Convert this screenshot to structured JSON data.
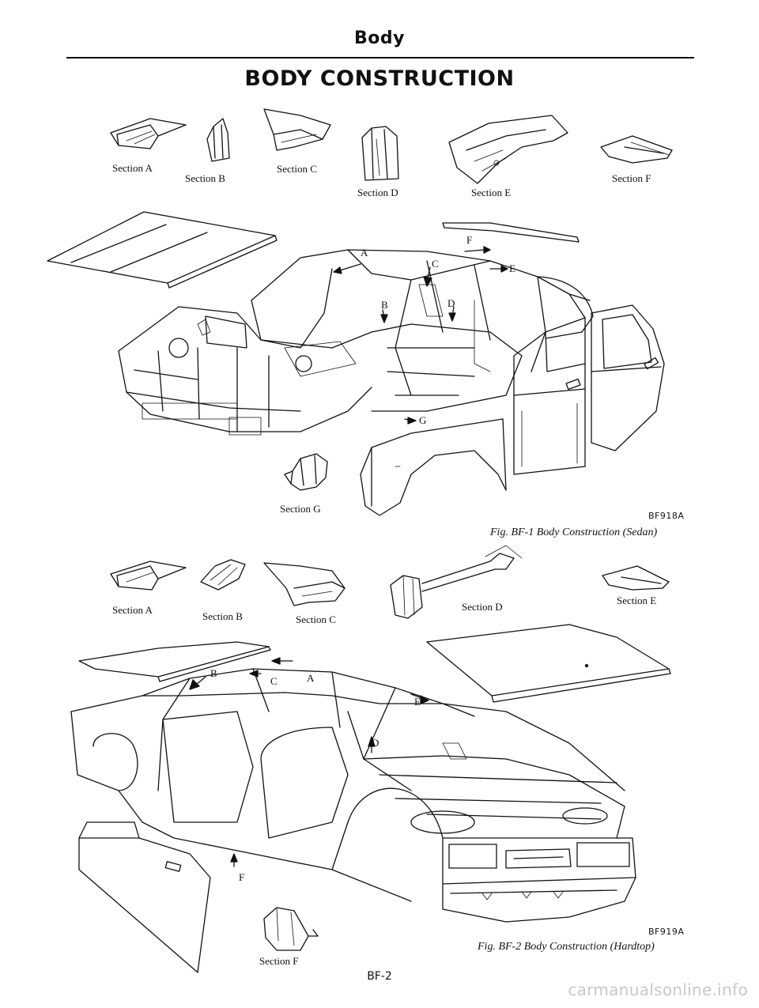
{
  "header": {
    "running_title": "Body"
  },
  "page_heading": "BODY CONSTRUCTION",
  "figure1": {
    "section_labels": {
      "a": "Section A",
      "b": "Section B",
      "c": "Section C",
      "d": "Section D",
      "e": "Section E",
      "f": "Section F",
      "g": "Section G"
    },
    "callouts": [
      "F",
      "A",
      "C",
      "E",
      "B",
      "D",
      "G"
    ],
    "code": "BF918A",
    "caption": "Fig. BF-1 Body Construction (Sedan)"
  },
  "figure2": {
    "section_labels": {
      "a": "Section A",
      "b": "Section B",
      "c": "Section C",
      "d": "Section D",
      "e": "Section E",
      "f": "Section F"
    },
    "callouts": [
      "B",
      "C",
      "A",
      "E",
      "D",
      "F"
    ],
    "code": "BF919A",
    "caption": "Fig. BF-2 Body Construction (Hardtop)"
  },
  "footer": {
    "page_number": "BF-2"
  },
  "watermark": "carmanualsonline.info"
}
